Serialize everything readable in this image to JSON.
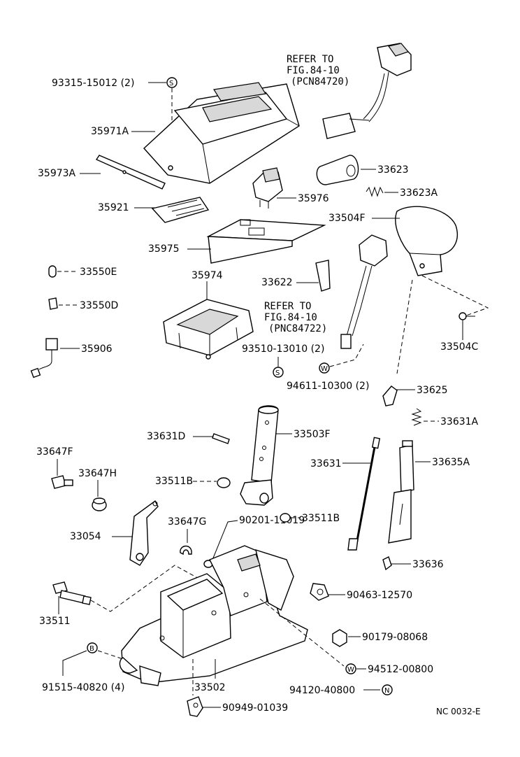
{
  "diagram": {
    "code": "NC 0032-E",
    "ref1": [
      "REFER TO",
      "FIG.84-10",
      "(PCN84720)"
    ],
    "ref2": [
      "REFER TO",
      "FIG.84-10",
      "(PNC84722)"
    ],
    "markers": {
      "s": "S",
      "w": "W",
      "b": "B",
      "n": "N"
    },
    "labels": {
      "p93315": "93315-15012 (2)",
      "p35971A": "35971A",
      "p35973A": "35973A",
      "p35921": "35921",
      "p35975": "35975",
      "p35976": "35976",
      "p33623": "33623",
      "p33623A": "33623A",
      "p33504F": "33504F",
      "p33550E": "33550E",
      "p33550D": "33550D",
      "p35974": "35974",
      "p33622": "33622",
      "p35906": "35906",
      "p93510": "93510-13010 (2)",
      "p33504C": "33504C",
      "p94611": "94611-10300 (2)",
      "p33625": "33625",
      "p33631D": "33631D",
      "p33503F": "33503F",
      "p33631A": "33631A",
      "p33647F": "33647F",
      "p33647H": "33647H",
      "p33511B_a": "33511B",
      "p33631": "33631",
      "p33635A": "33635A",
      "p33054": "33054",
      "p33647G": "33647G",
      "p90201": "90201-11019",
      "p33511B_b": "33511B",
      "p33636": "33636",
      "p90463": "90463-12570",
      "p33511": "33511",
      "p90179": "90179-08068",
      "p91515": "91515-40820 (4)",
      "p33502": "33502",
      "p94512": "94512-00800",
      "p94120": "94120-40800",
      "p90949": "90949-01039"
    }
  }
}
